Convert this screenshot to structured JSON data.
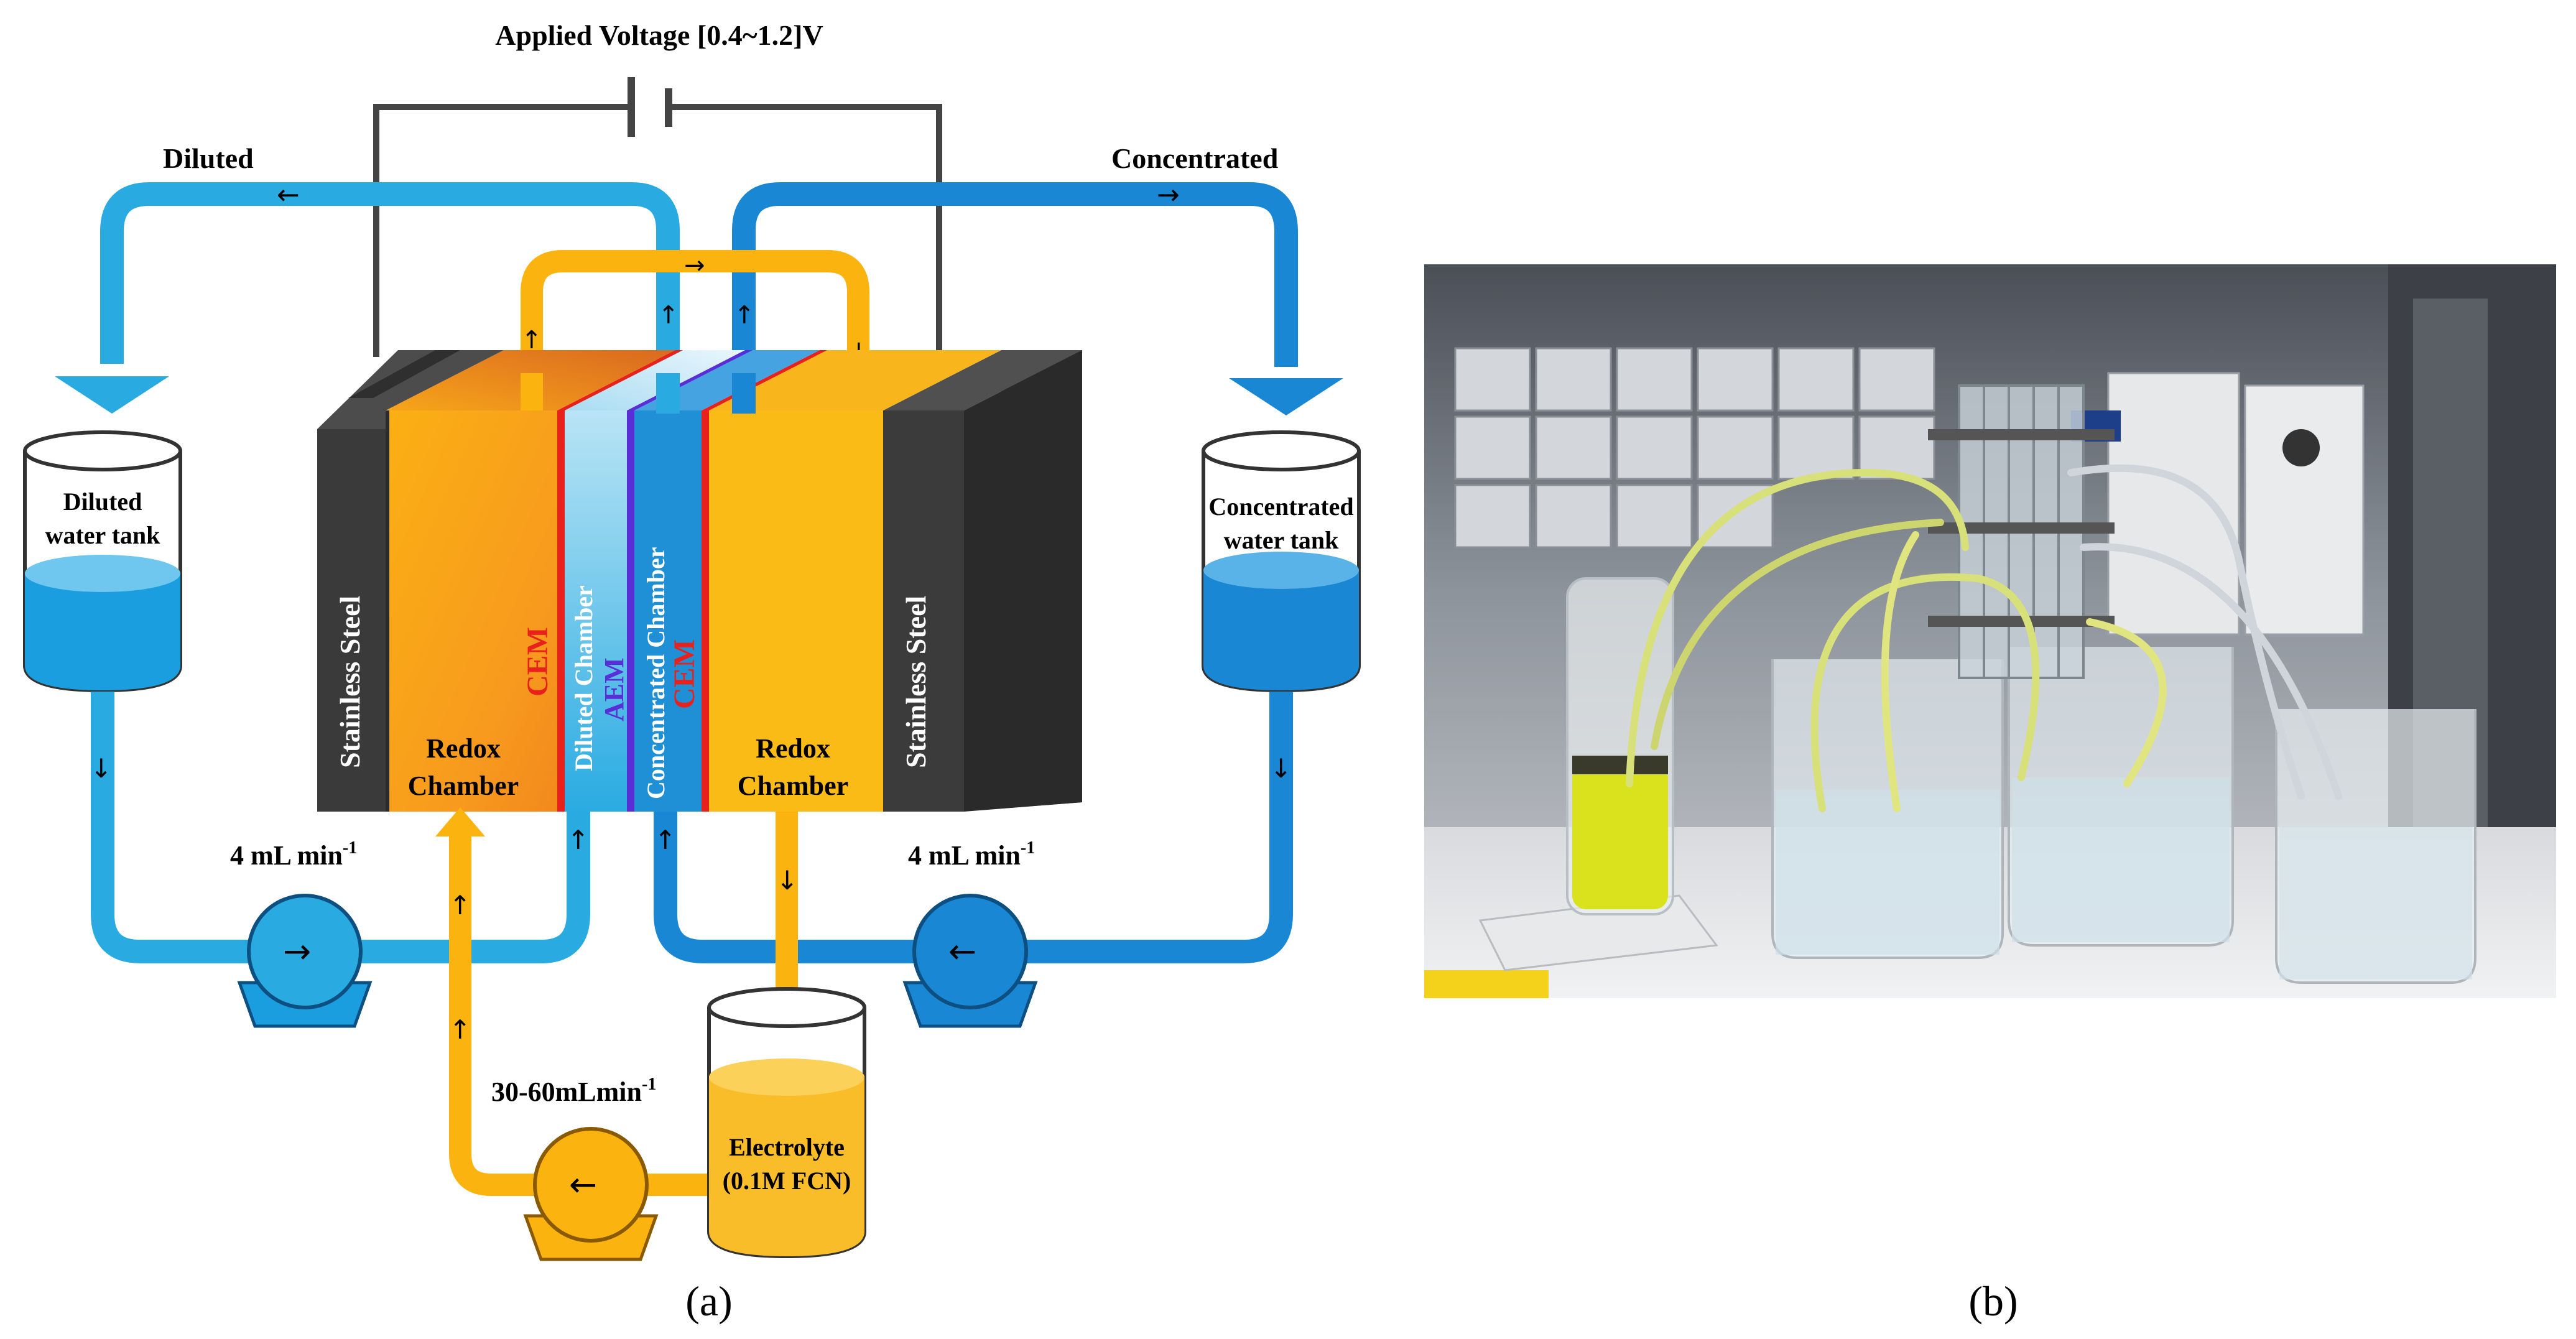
{
  "labels": {
    "voltage": "Applied Voltage [0.4~1.2]V",
    "diluted": "Diluted",
    "concentrated": "Concentrated",
    "diluted_tank_1": "Diluted",
    "diluted_tank_2": "water tank",
    "concentrated_tank_1": "Concentrated",
    "concentrated_tank_2": "water tank",
    "stainless_left": "Stainless Steel",
    "stainless_right": "Stainless Steel",
    "redox_1": "Redox",
    "redox_2": "Chamber",
    "cem_left": "CEM",
    "diluted_chamber": "Diluted Chamber",
    "aem": "AEM",
    "concentrated_chamber": "Concentrated Chamber",
    "cem_right": "CEM",
    "flow_left_base": "4 mL min",
    "flow_left_exp": "-1",
    "flow_right_base": "4 mL min",
    "flow_right_exp": "-1",
    "flow_bottom_base": "30-60mLmin",
    "flow_bottom_exp": "-1",
    "electrolyte_1": "Electrolyte",
    "electrolyte_2": "(0.1M FCN)",
    "caption_a": "(a)",
    "caption_b": "(b)"
  },
  "colors": {
    "diluted_blue": "#29abe2",
    "concentrated_blue": "#1a87d4",
    "electrolyte_orange": "#fbb30f",
    "steel": "#3a3a3a",
    "cem_red": "#e8211c",
    "aem_purple": "#5a2ed6"
  }
}
